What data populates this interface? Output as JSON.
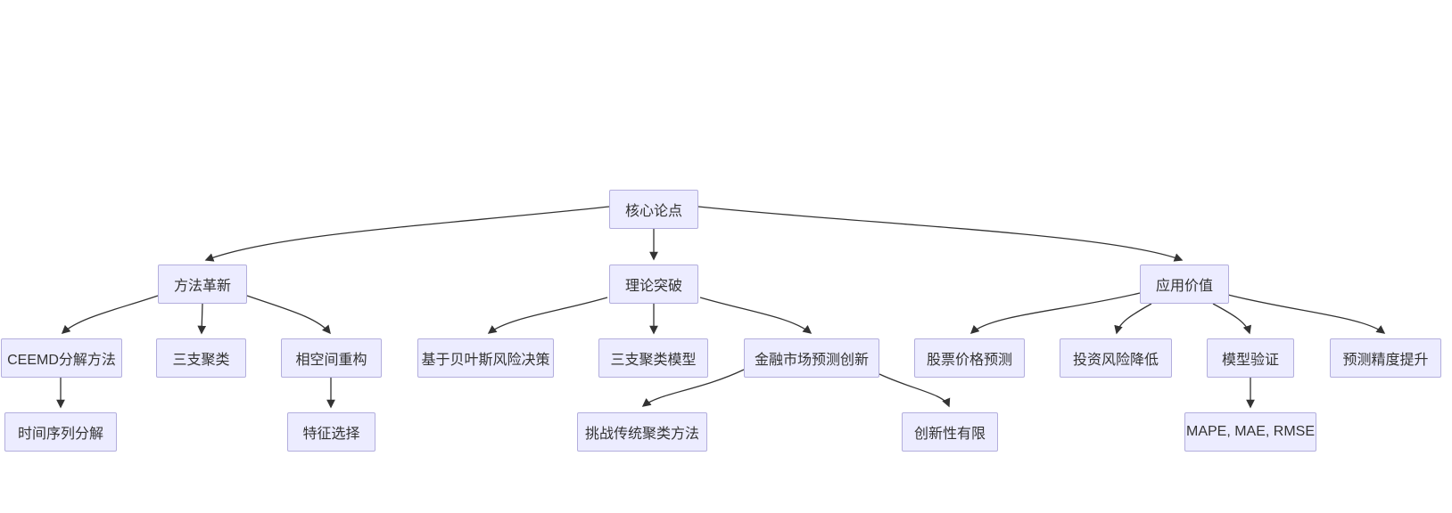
{
  "diagram": {
    "type": "flowchart",
    "direction": "top-down",
    "colors": {
      "node_fill": "#ECECFF",
      "node_border": "#b3aedd",
      "edge": "#333333",
      "text": "#333333",
      "background": "#ffffff"
    },
    "nodes": [
      {
        "id": "core",
        "label": "核心论点"
      },
      {
        "id": "method",
        "label": "方法革新"
      },
      {
        "id": "theory",
        "label": "理论突破"
      },
      {
        "id": "application",
        "label": "应用价值"
      },
      {
        "id": "ceemd",
        "label": "CEEMD分解方法"
      },
      {
        "id": "three-way-clustering",
        "label": "三支聚类"
      },
      {
        "id": "phase-space",
        "label": "相空间重构"
      },
      {
        "id": "bayesian-risk",
        "label": "基于贝叶斯风险决策"
      },
      {
        "id": "three-way-model",
        "label": "三支聚类模型"
      },
      {
        "id": "financial-innovation",
        "label": "金融市场预测创新"
      },
      {
        "id": "stock-prediction",
        "label": "股票价格预测"
      },
      {
        "id": "risk-reduction",
        "label": "投资风险降低"
      },
      {
        "id": "model-validation",
        "label": "模型验证"
      },
      {
        "id": "accuracy-improvement",
        "label": "预测精度提升"
      },
      {
        "id": "time-series-decomposition",
        "label": "时间序列分解"
      },
      {
        "id": "feature-selection",
        "label": "特征选择"
      },
      {
        "id": "challenge-traditional",
        "label": "挑战传统聚类方法"
      },
      {
        "id": "limited-innovation",
        "label": "创新性有限"
      },
      {
        "id": "metrics",
        "label": "MAPE, MAE, RMSE"
      }
    ],
    "edges": [
      {
        "from": "core",
        "to": "method"
      },
      {
        "from": "core",
        "to": "theory"
      },
      {
        "from": "core",
        "to": "application"
      },
      {
        "from": "method",
        "to": "ceemd"
      },
      {
        "from": "method",
        "to": "three-way-clustering"
      },
      {
        "from": "method",
        "to": "phase-space"
      },
      {
        "from": "theory",
        "to": "bayesian-risk"
      },
      {
        "from": "theory",
        "to": "three-way-model"
      },
      {
        "from": "theory",
        "to": "financial-innovation"
      },
      {
        "from": "application",
        "to": "stock-prediction"
      },
      {
        "from": "application",
        "to": "risk-reduction"
      },
      {
        "from": "application",
        "to": "model-validation"
      },
      {
        "from": "application",
        "to": "accuracy-improvement"
      },
      {
        "from": "ceemd",
        "to": "time-series-decomposition"
      },
      {
        "from": "phase-space",
        "to": "feature-selection"
      },
      {
        "from": "financial-innovation",
        "to": "challenge-traditional"
      },
      {
        "from": "financial-innovation",
        "to": "limited-innovation"
      },
      {
        "from": "model-validation",
        "to": "metrics"
      }
    ]
  }
}
